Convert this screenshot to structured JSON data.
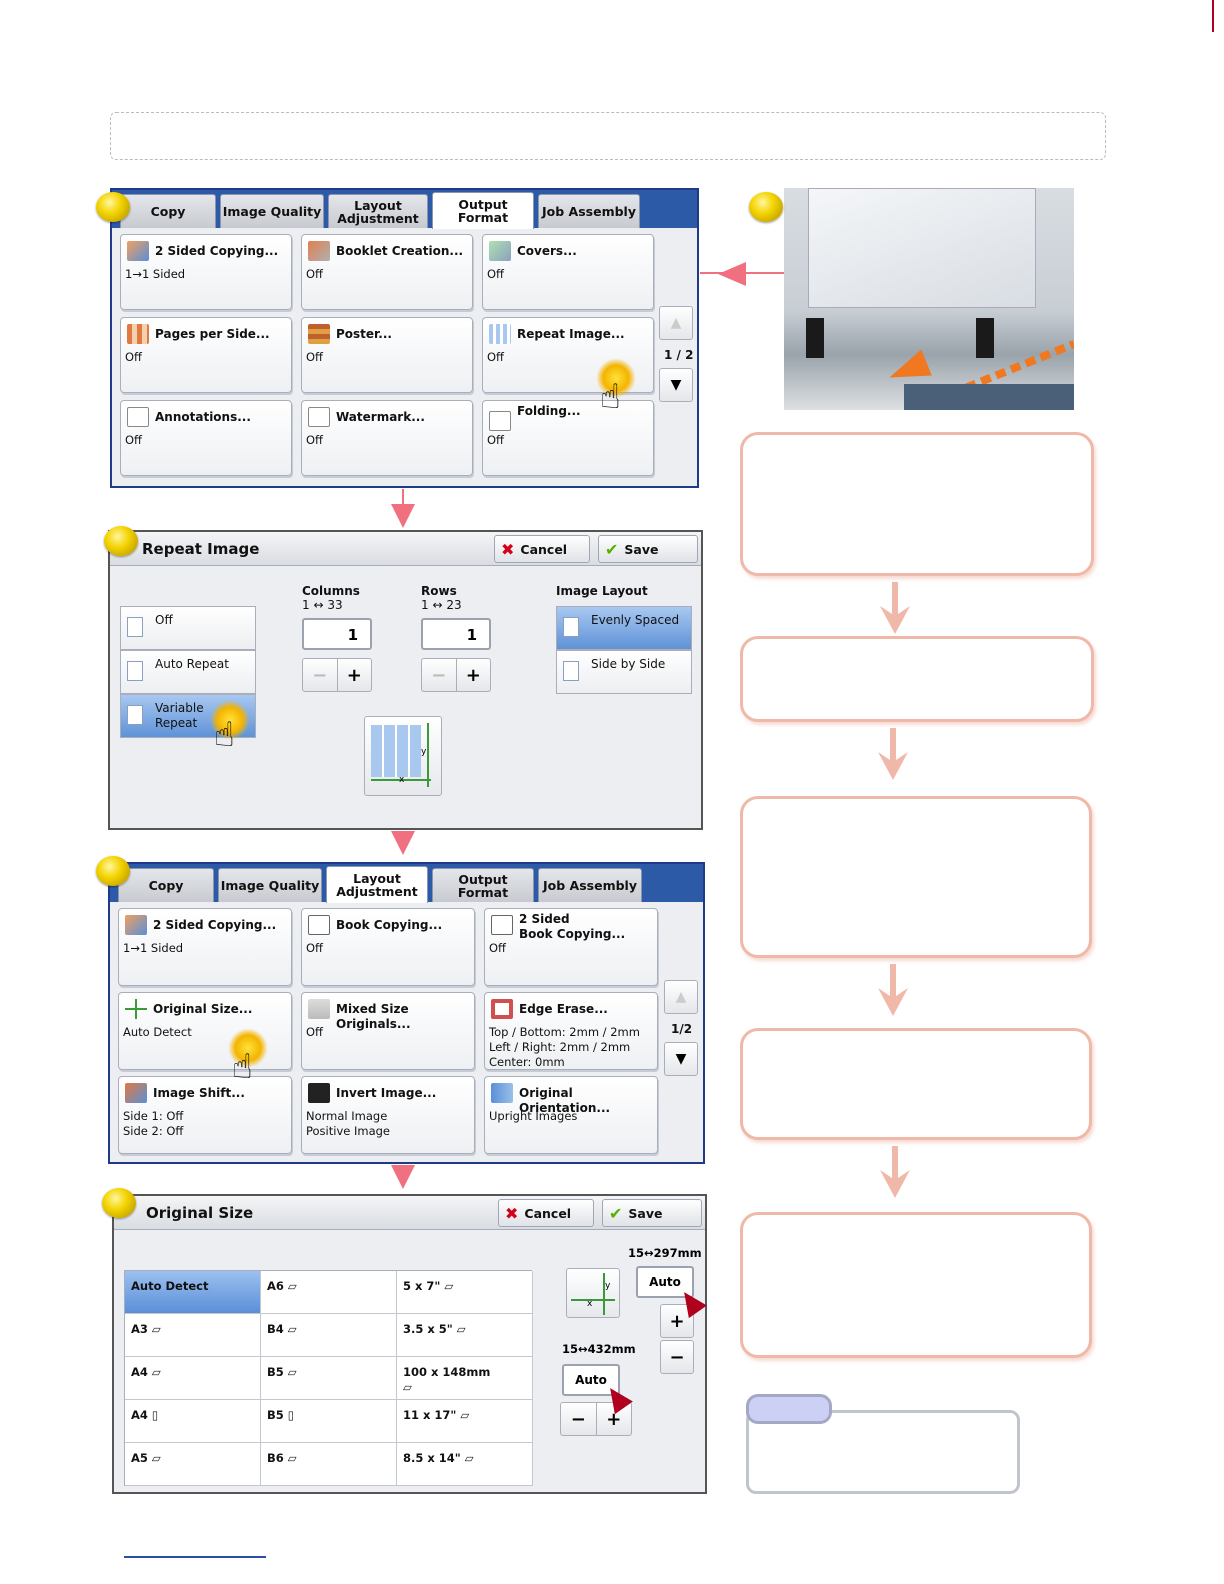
{
  "screen1": {
    "tabs": [
      "Copy",
      "Image Quality",
      "Layout\nAdjustment",
      "Output Format",
      "Job Assembly"
    ],
    "active_tab": "Output Format",
    "features": [
      {
        "label": "2 Sided Copying...",
        "value": "1→1 Sided"
      },
      {
        "label": "Booklet Creation...",
        "value": "Off"
      },
      {
        "label": "Covers...",
        "value": "Off"
      },
      {
        "label": "Pages per Side...",
        "value": "Off"
      },
      {
        "label": "Poster...",
        "value": "Off"
      },
      {
        "label": "Repeat Image...",
        "value": "Off"
      },
      {
        "label": "Annotations...",
        "value": "Off"
      },
      {
        "label": "Watermark...",
        "value": "Off"
      },
      {
        "label": "Folding...",
        "value": "Off"
      }
    ],
    "page_indicator": "1 / 2",
    "scroll_up": "▲",
    "scroll_down": "▼"
  },
  "screen2": {
    "title": "Repeat Image",
    "cancel": "Cancel",
    "save": "Save",
    "options": [
      "Off",
      "Auto Repeat",
      "Variable\nRepeat"
    ],
    "selected_option": "Variable Repeat",
    "columns_label": "Columns",
    "columns_range": "1 ↔ 33",
    "columns_value": "1",
    "rows_label": "Rows",
    "rows_range": "1 ↔ 23",
    "rows_value": "1",
    "minus": "−",
    "plus": "+",
    "layout_label": "Image Layout",
    "layout_options": [
      "Evenly Spaced",
      "Side by Side"
    ],
    "selected_layout": "Evenly Spaced",
    "diagram_x": "x",
    "diagram_y": "y"
  },
  "screen3": {
    "tabs": [
      "Copy",
      "Image Quality",
      "Layout\nAdjustment",
      "Output Format",
      "Job Assembly"
    ],
    "active_tab": "Layout Adjustment",
    "features": [
      {
        "label": "2 Sided Copying...",
        "value": "1→1 Sided"
      },
      {
        "label": "Book Copying...",
        "value": "Off"
      },
      {
        "label": "2 Sided\nBook Copying...",
        "value": "Off"
      },
      {
        "label": "Original Size...",
        "value": "Auto Detect"
      },
      {
        "label": "Mixed Size Originals...",
        "value": "Off"
      },
      {
        "label": "Edge Erase...",
        "value": "Top / Bottom: 2mm / 2mm\nLeft / Right: 2mm / 2mm\nCenter: 0mm"
      },
      {
        "label": "Image Shift...",
        "value": "Side 1: Off\nSide 2: Off"
      },
      {
        "label": "Invert Image...",
        "value": "Normal Image\nPositive Image"
      },
      {
        "label": "Original Orientation...",
        "value": "Upright Images"
      }
    ],
    "page_indicator": "1/2",
    "scroll_up": "▲",
    "scroll_down": "▼"
  },
  "screen4": {
    "title": "Original Size",
    "cancel": "Cancel",
    "save": "Save",
    "sizes": [
      [
        "Auto Detect",
        "A6 ▱",
        "5 x 7\" ▱"
      ],
      [
        "A3 ▱",
        "B4 ▱",
        "3.5 x 5\" ▱"
      ],
      [
        "A4 ▱",
        "B5 ▱",
        "100 x 148mm\n▱"
      ],
      [
        "A4 ▯",
        "B5 ▯",
        "11 x 17\" ▱"
      ],
      [
        "A5 ▱",
        "B6 ▱",
        "8.5 x 14\" ▱"
      ]
    ],
    "selected_size": "Auto Detect",
    "y_range": "15↔297mm",
    "y_value": "Auto",
    "x_range": "15↔432mm",
    "x_value": "Auto",
    "plus": "+",
    "minus": "−",
    "diagram_x": "x",
    "diagram_y": "y"
  },
  "colors": {
    "tab_bar": "#2c5aa7",
    "connector_arrow": "#f07080",
    "flow_box_border": "#f0b8a8",
    "flow_arrow": "#f0b8a8",
    "note_tab": "#ccd0f4"
  }
}
